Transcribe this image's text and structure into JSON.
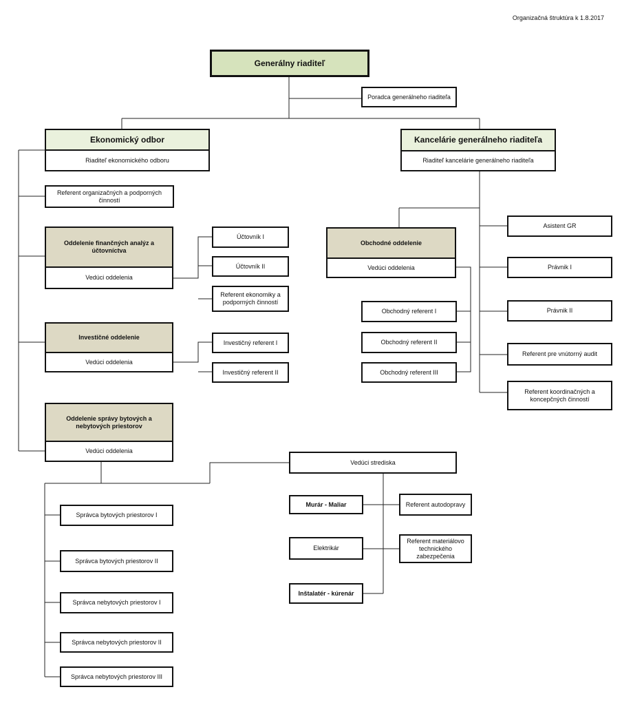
{
  "caption": "Organizačná štruktúra k 1.8.2017",
  "top": {
    "title": "Generálny riaditeľ",
    "advisor": "Poradca generálneho riaditeľa"
  },
  "economic": {
    "title": "Ekonomický odbor",
    "head": "Riaditeľ ekonomického odboru",
    "referent": "Referent organizačných a podporných činností",
    "finance": {
      "title": "Oddelenie finančných analýz a účtovníctva",
      "head": "Vedúci oddelenia",
      "staff": [
        "Účtovník I",
        "Účtovník II",
        "Referent ekonomiky a podporných činností"
      ]
    },
    "investment": {
      "title": "Investičné oddelenie",
      "head": "Vedúci oddelenia",
      "staff": [
        "Investičný referent I",
        "Investičný referent  II"
      ]
    },
    "housing": {
      "title": "Oddelenie správy bytových a nebytových priestorov",
      "head": "Vedúci oddelenia",
      "staff": [
        "Správca bytových priestorov I",
        "Správca bytových priestorov II",
        "Správca nebytových priestorov I",
        "Správca nebytových priestorov II",
        "Správca nebytových priestorov III"
      ]
    },
    "centre": {
      "head": "Vedúci strediska",
      "workers": [
        "Murár - Maliar",
        "Elektrikár",
        "Inštalatér - kúrenár"
      ],
      "referents": [
        "Referent autodopravy",
        "Referent materiálovo technického zabezpečenia"
      ]
    }
  },
  "office": {
    "title": "Kancelárie generálneho riaditeľa",
    "head": "Riaditeľ kancelárie generálneho riaditeľa",
    "staff": [
      "Asistent GR",
      "Právnik I",
      "Právnik II",
      "Referent pre vnútorný audit",
      "Referent koordinačných a koncepčných činností"
    ],
    "trade": {
      "title": "Obchodné oddelenie",
      "head": "Vedúci oddelenia",
      "staff": [
        "Obchodný referent I",
        "Obchodný referent II",
        "Obchodný referent III"
      ]
    }
  }
}
